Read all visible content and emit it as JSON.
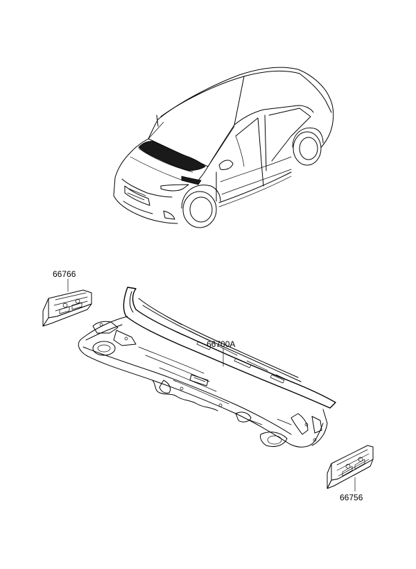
{
  "parts": [
    {
      "id": "cowl_panel",
      "number": "66700A"
    },
    {
      "id": "left_bracket",
      "number": "66766"
    },
    {
      "id": "right_bracket",
      "number": "66756"
    }
  ],
  "colors": {
    "line": "#000000",
    "background": "#ffffff",
    "highlight": "#1a1a1a"
  }
}
